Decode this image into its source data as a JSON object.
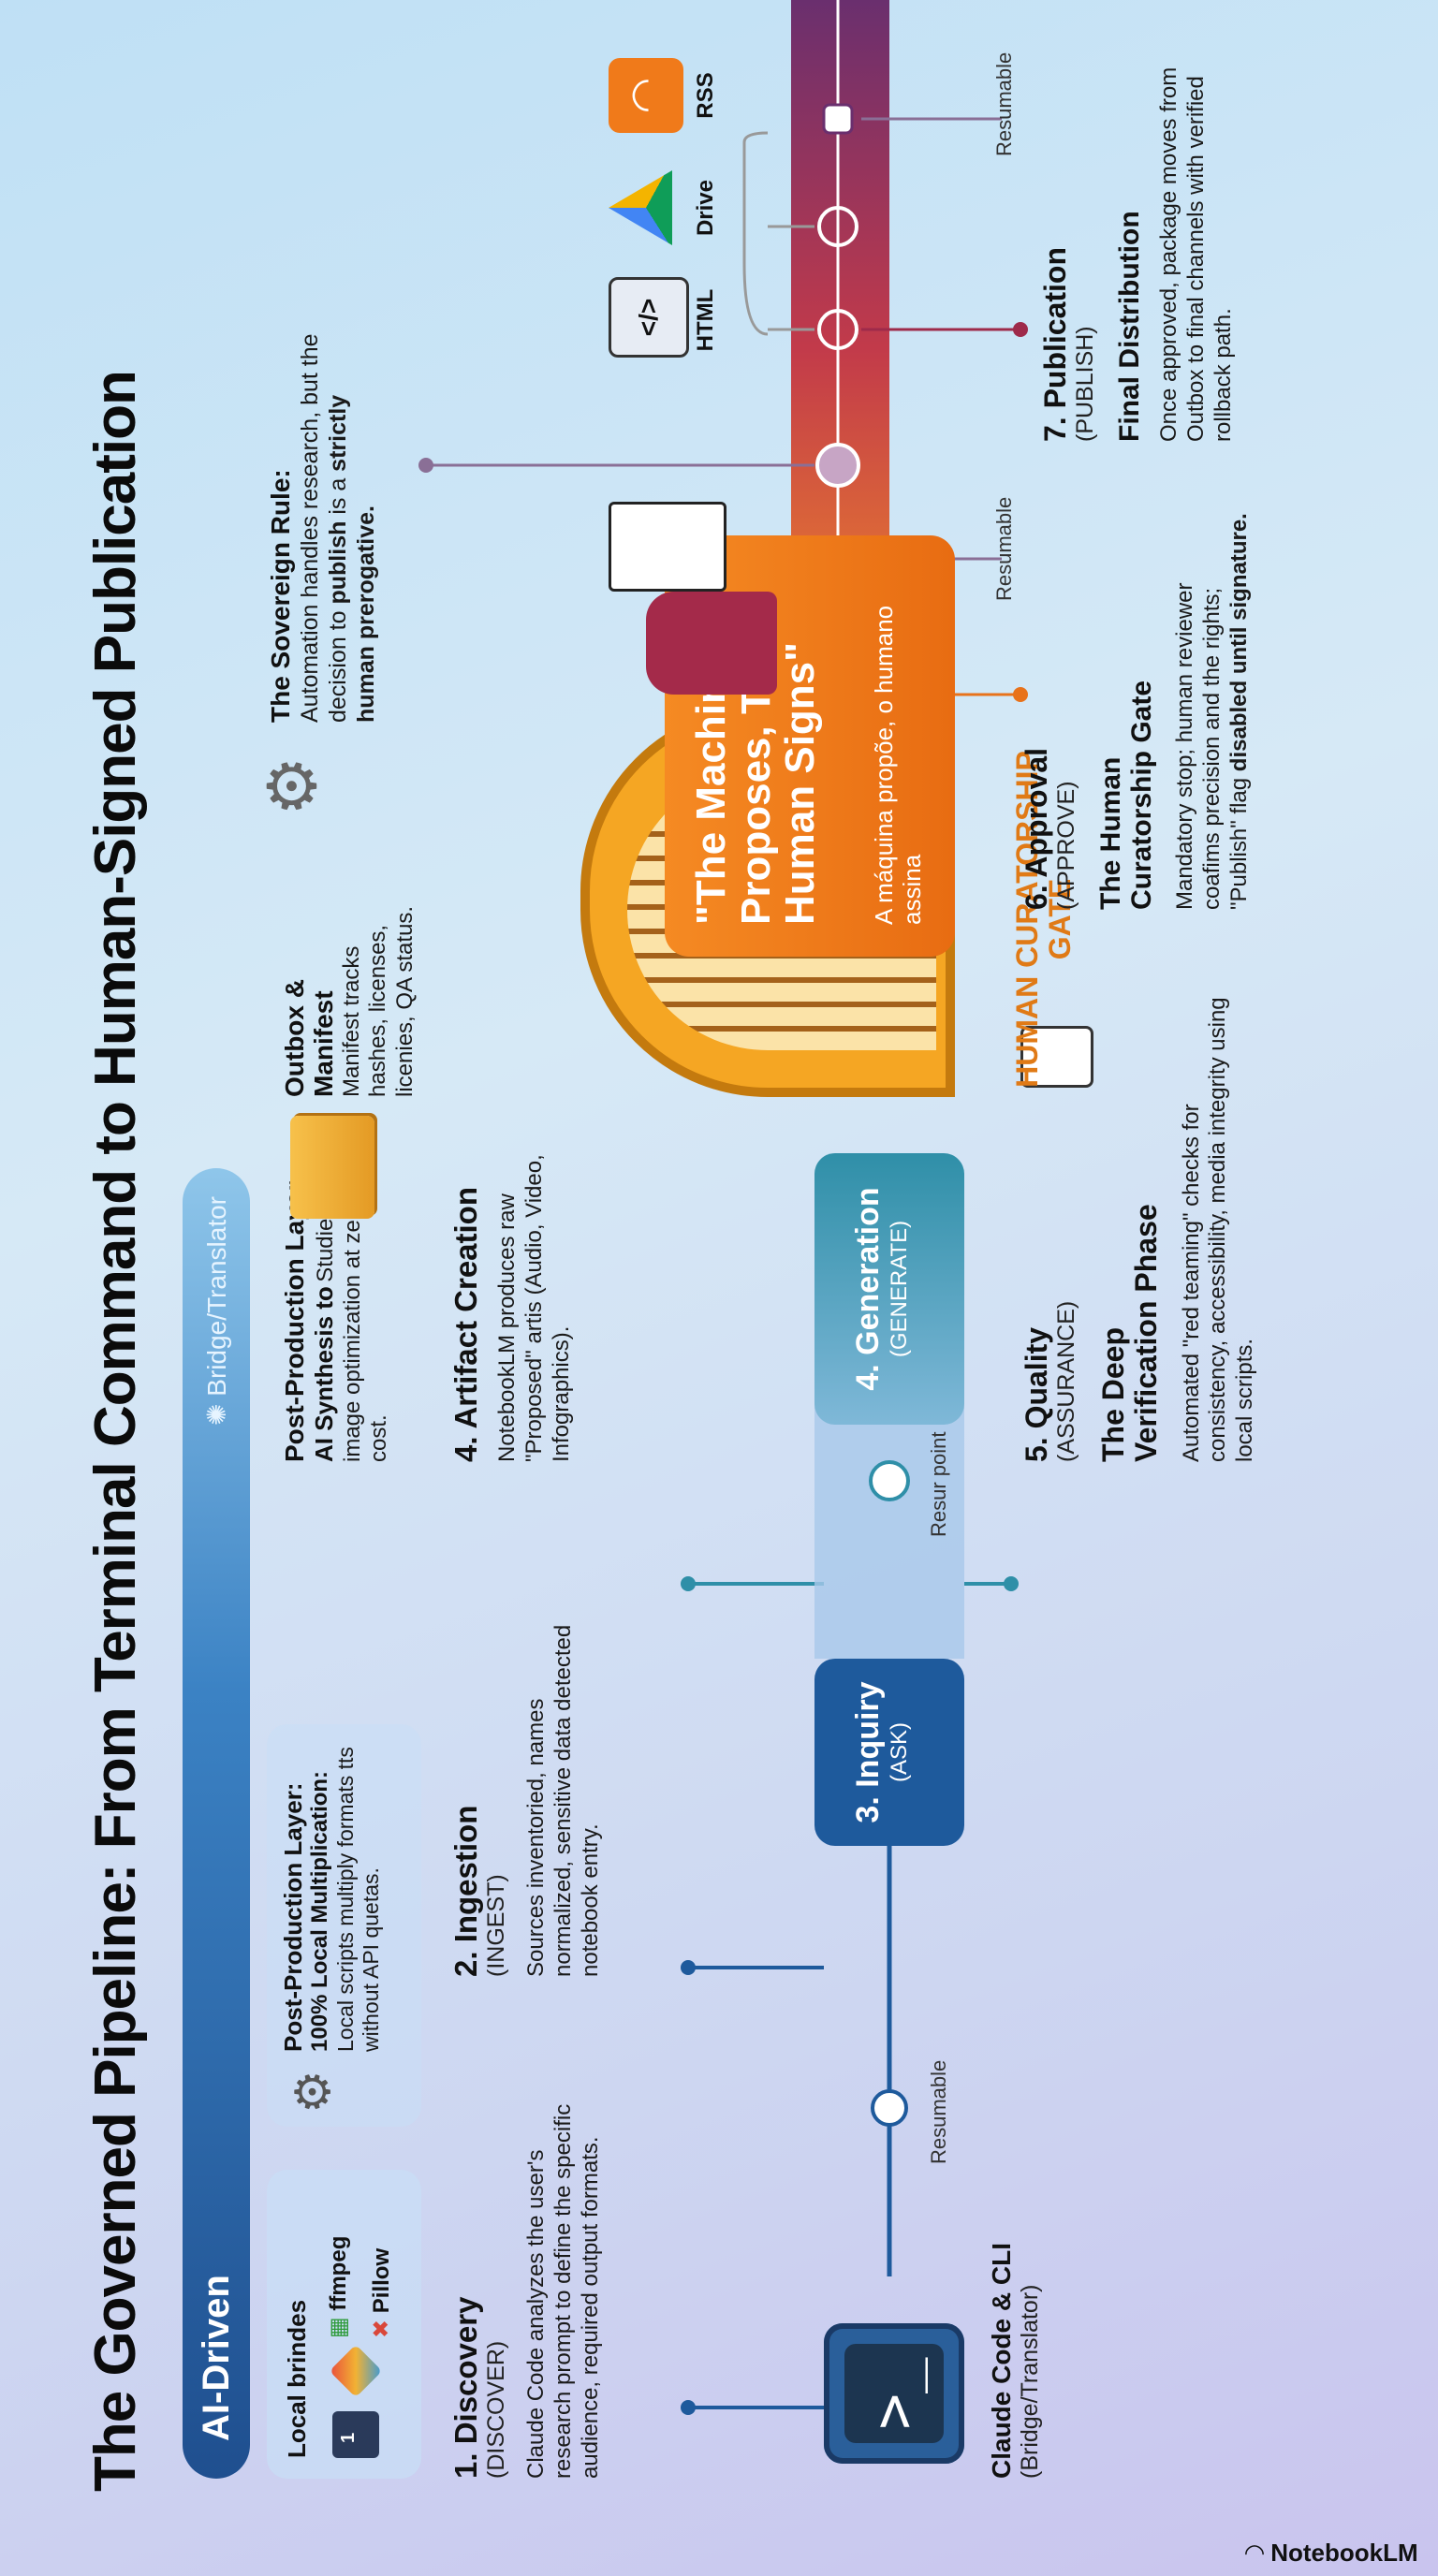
{
  "title": "The Governed Pipeline: From Terminal Command to Human-Signed Publication",
  "ai_band": {
    "label": "AI-Driven",
    "bridge": "Bridge/Translator"
  },
  "local": {
    "title": "Local brindes",
    "items": [
      "ffmpeg",
      "Pillow"
    ],
    "num": "1"
  },
  "post_local": {
    "title": "Post-Production Layer:",
    "bold": "100% Local Multiplication:",
    "text": "Local scripts multiply formats tts without API quetas."
  },
  "post_ai": {
    "title": "Post-Production Layer:",
    "bold": "AI Synthesis to",
    "text": "Studie captions, image optimization at zero extra cost."
  },
  "outbox": {
    "title": "Outbox & Manifest",
    "text": "Manifest tracks hashes, licenses, licenies, QA status."
  },
  "sovereign": {
    "title": "The Sovereign Rule:",
    "text": "Automation handles research, but the decision to",
    "bold1": "publish",
    "text2": "is a",
    "bold2": "strictly human prerogative."
  },
  "steps": {
    "discovery": {
      "title": "1. Discovery",
      "sub": "(DISCOVER)",
      "desc": "Claude Code analyzes the user's research prompt to define the specific audience, required output formats."
    },
    "ingestion": {
      "title": "2. Ingestion",
      "sub": "(INGEST)",
      "desc": "Sources inventoried, names normalized, sensitive data detected notebook entry."
    },
    "inquiry": {
      "title": "3. Inquiry",
      "sub": "(ASK)"
    },
    "artifact": {
      "title": "4. Artifact Creation",
      "desc": "NotebookLM produces raw \"Proposed\" artis (Audio, Video, Infographics)."
    },
    "generation": {
      "title": "4. Generation",
      "sub": "(GENERATE)"
    },
    "quality": {
      "title": "5. Quality",
      "sub": "(ASSURANCE)",
      "head": "The Deep Verification Phase",
      "desc": "Automated \"red teaming\" checks for consistency, accessibility, media integrity using local scripts."
    },
    "approval": {
      "title": "6. Approval",
      "sub": "(APPROVE)",
      "head": "The Human Curatorship Gate",
      "desc": "Mandatory stop; human reviewer coafims precision and the rights; \"Publish\" flag",
      "bold": "disabled until signature."
    },
    "publication": {
      "title": "7. Publication",
      "sub": "(PUBLISH)",
      "head": "Final Distribution",
      "desc": "Once approved, package moves from Outbox to final channels with verified rollback path."
    }
  },
  "claude": {
    "title": "Claude Code & CLI",
    "sub": "(Bridge/Translator)"
  },
  "resumable": "Resumable",
  "resur_point": "Resur point",
  "gate_label": "HUMAN CURATORSHIP GATE",
  "bubble": {
    "quote": "\"The Machine Proposes, The Human Signs\"",
    "pt": "A máquina propõe, o humano assina"
  },
  "channels": [
    "HTML",
    "Drive",
    "RSS"
  ],
  "brand": "NotebookLM",
  "colors": {
    "navy": "#1e5a9c",
    "teal": "#2f8fa8",
    "orange": "#e8721a",
    "crimson": "#9e2a4a",
    "purple": "#6a2f6e"
  }
}
